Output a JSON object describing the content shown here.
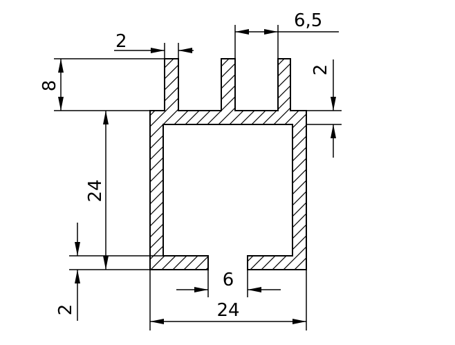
{
  "drawing": {
    "dimensions": {
      "top_slot_width": "6,5",
      "fin_thickness": "2",
      "fin_height": "8",
      "top_wall_thickness": "2",
      "inner_height": "24",
      "bottom_wall_thickness": "2",
      "bottom_slot_width": "6",
      "overall_width": "24"
    },
    "colors": {
      "line": "#000000",
      "background": "#ffffff"
    }
  }
}
